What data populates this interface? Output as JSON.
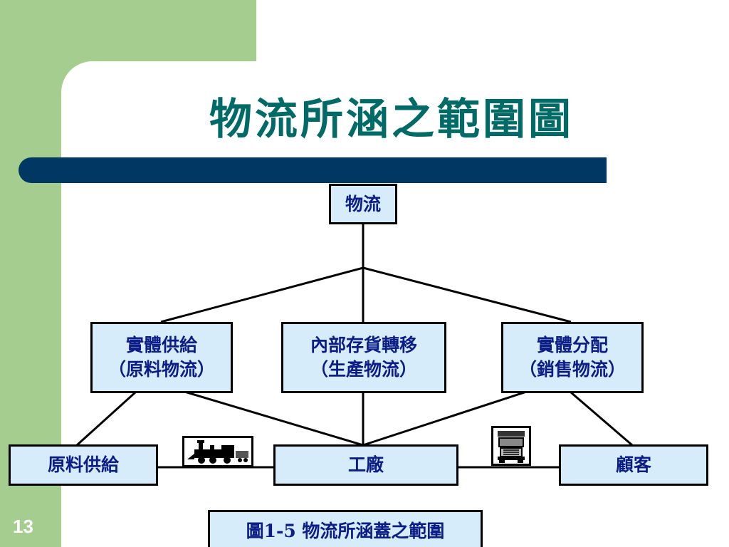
{
  "slide": {
    "title": "物流所涵之範圍圖",
    "page_number": "13"
  },
  "nodes": {
    "logistics": "物流",
    "physical_supply": {
      "line1": "實體供給",
      "line2": "（原料物流）"
    },
    "internal_transfer": {
      "line1": "內部存貨轉移",
      "line2": "（生產物流）"
    },
    "physical_distribution": {
      "line1": "實體分配",
      "line2": "（銷售物流）"
    },
    "raw_material_supply": "原料供給",
    "factory": "工廠",
    "customer": "顧客"
  },
  "caption": "圖1-5 物流所涵蓋之範圍",
  "icons": {
    "train": "train-icon",
    "truck": "truck-icon"
  },
  "colors": {
    "title": "#006b66",
    "node_fill": "#d6ecfb",
    "node_text": "#0d1d86",
    "bar": "#003763",
    "green_band": "#a4cd8f"
  }
}
